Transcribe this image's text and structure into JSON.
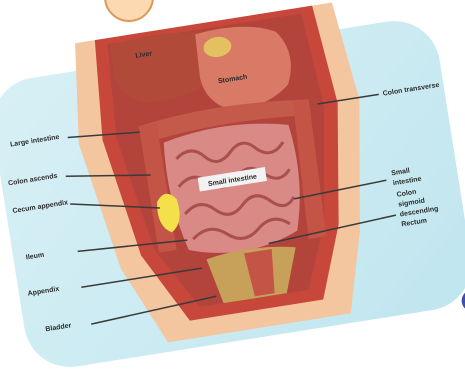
{
  "figure": {
    "subject": "Illustration of human abdominal organs with labels",
    "labels": {
      "top_left": "Liver",
      "stomach": "Stomach",
      "left_1": "Large intestine",
      "left_2": "Colon ascends",
      "left_3": "Cecum appendix",
      "left_4": "Ileum",
      "left_5": "Appendix",
      "left_6": "Bladder",
      "right_1": "Colon transverse",
      "right_2": "Small",
      "right_2b": "intestine",
      "right_3": "Colon",
      "right_3b": "sigmoid",
      "right_3c": "descending",
      "right_3d": "Rectum",
      "center_box": "Small intestine"
    }
  },
  "colors": {
    "panel": "#cbeaf2",
    "tab": "#fcd9b0",
    "skin": "#f4c6a0",
    "muscle": "#c7473b",
    "stomach": "#d97a66",
    "intestine": "#d98a86",
    "gallbladder": "#f4e04a"
  }
}
